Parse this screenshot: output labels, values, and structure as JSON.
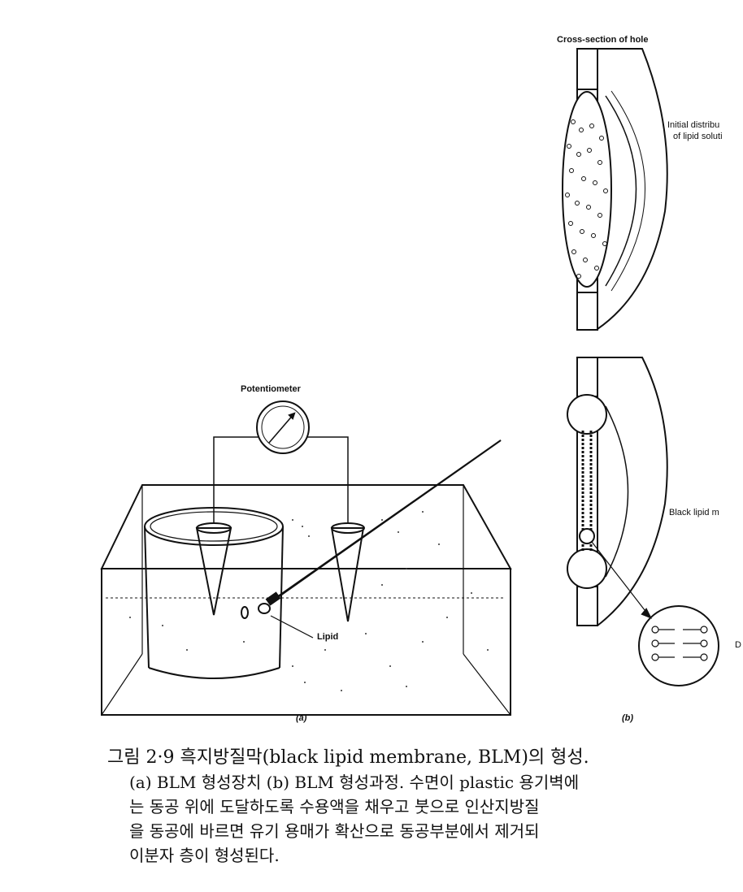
{
  "labels": {
    "cross_section": "Cross-section of hole",
    "initial_line1": "Initial distribu",
    "initial_line2": "of lipid soluti",
    "black_lipid": "Black lipid m",
    "d_label": "D",
    "potentiometer": "Potentiometer",
    "lipid": "Lipid",
    "sub_a": "(a)",
    "sub_b": "(b)"
  },
  "caption": {
    "title": "그림 2·9  흑지방질막(black lipid membrane, BLM)의 형성.",
    "lines": [
      "(a) BLM 형성장치 (b) BLM 형성과정. 수면이 plastic 용기벽에",
      "는 동공 위에 도달하도록 수용액을 채우고 붓으로 인산지방질",
      "을 동공에 바르면 유기 용매가 확산으로 동공부분에서 제거되",
      "이분자 층이 형성된다."
    ]
  }
}
